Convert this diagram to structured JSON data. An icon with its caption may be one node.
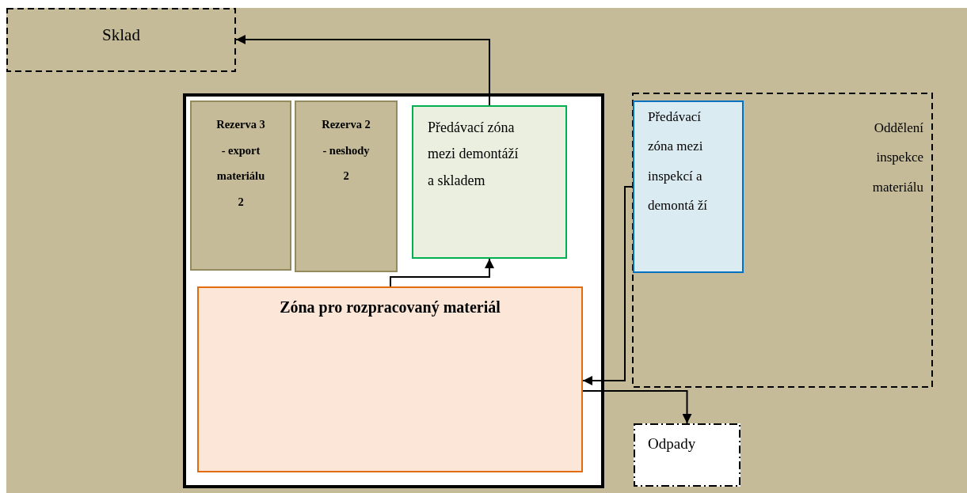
{
  "diagram": {
    "nodes": [
      {
        "text": [
          "Sklad"
        ]
      },
      {
        "text": [],
        "shape": "box"
      },
      {
        "text": [
          "Rezerva 3 - export materiálu 2"
        ],
        "in": 1
      },
      {
        "text": [
          "Rezerva 2 - neshody 2"
        ],
        "in": 1
      },
      {
        "text": [
          "Předávací zóna mezi demontáží a skladem"
        ],
        "in": 1
      },
      {
        "text": [
          "Zóna pro rozpracovaný materiál"
        ],
        "in": 1
      },
      {
        "text": [
          "Oddělení inspekce materiálu"
        ]
      },
      {
        "text": [
          "Předávací zóna mezi inspekcí a demontá ží"
        ],
        "in": 6
      },
      {
        "text": [
          "Odpady"
        ]
      }
    ],
    "edges": [
      {
        "from": 4,
        "to": 0,
        "arrow": "to"
      },
      {
        "from": 5,
        "to": 4,
        "arrow": "to"
      },
      {
        "from": 7,
        "to": 5,
        "arrow": "to"
      },
      {
        "from": 5,
        "to": 8,
        "arrow": "to"
      }
    ]
  }
}
